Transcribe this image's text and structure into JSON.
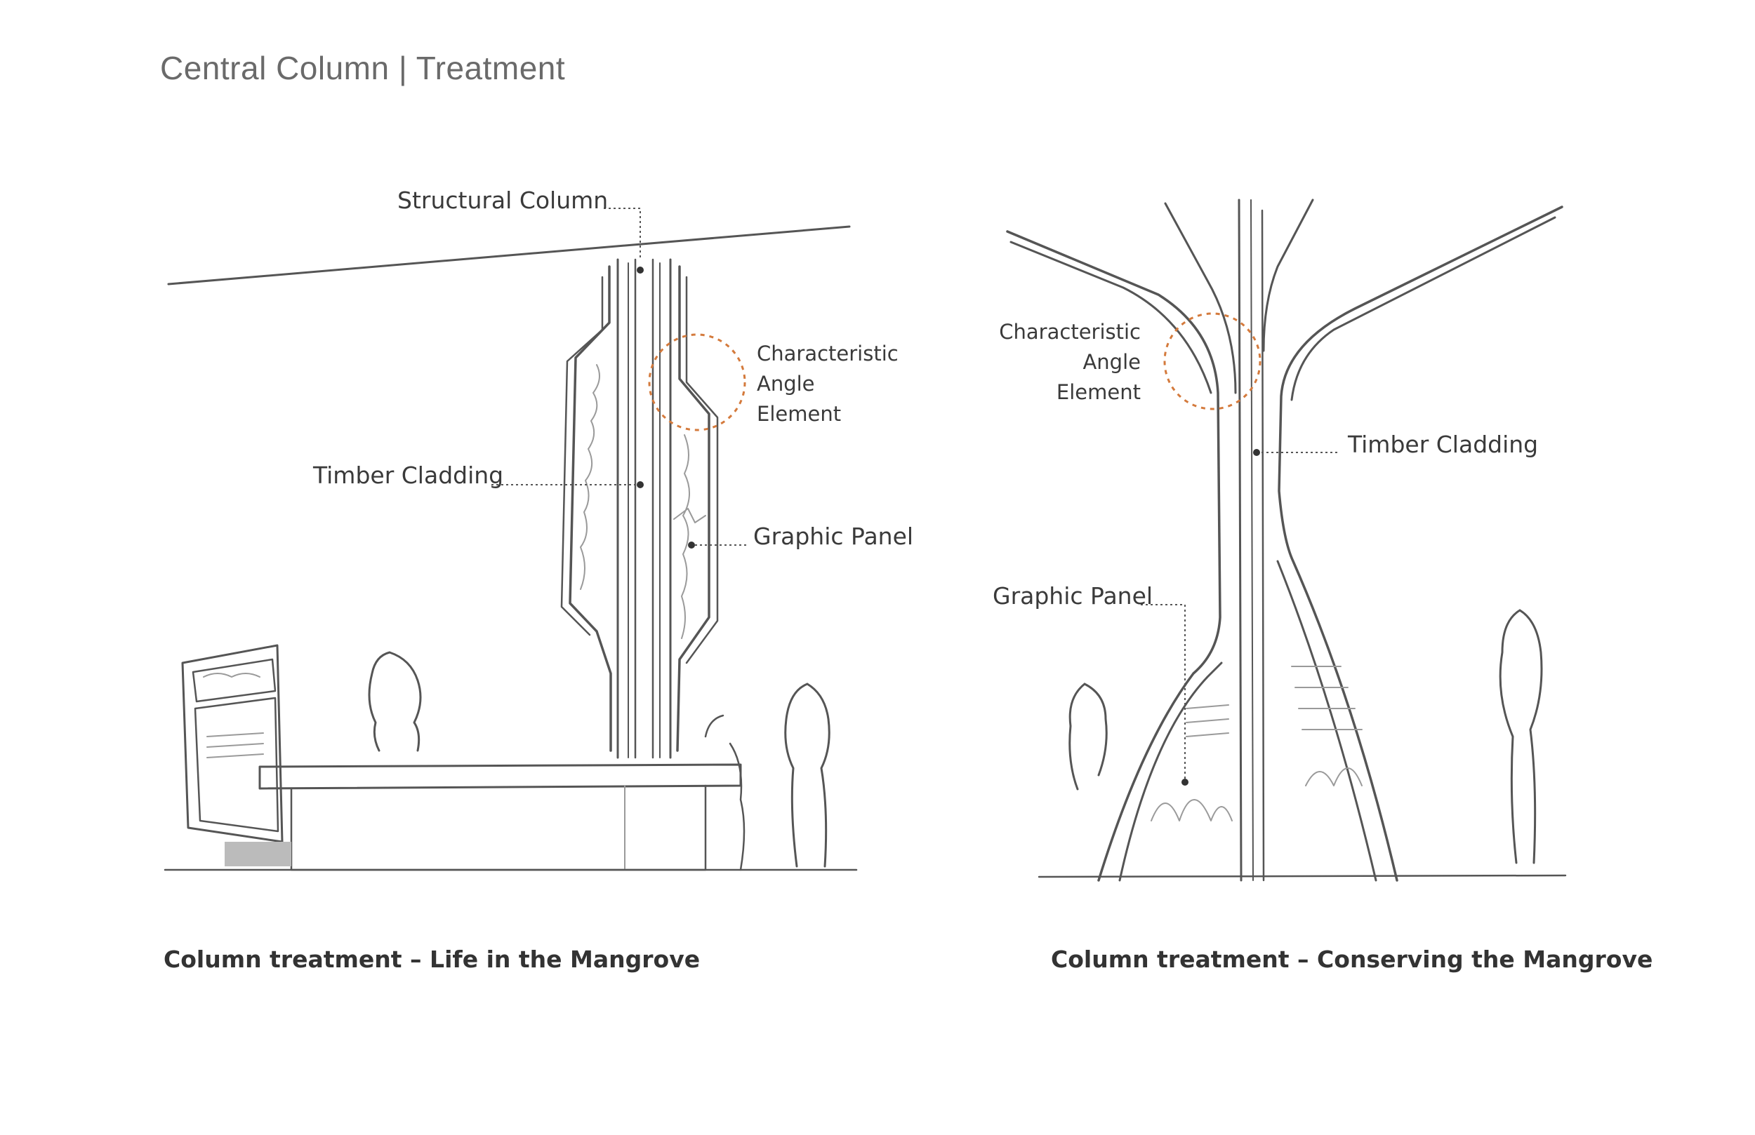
{
  "page": {
    "title": "Central Column | Treatment"
  },
  "left_sketch": {
    "labels": {
      "structural_column": "Structural Column",
      "angle_line1": "Characteristic",
      "angle_line2": "Angle",
      "angle_line3": "Element",
      "timber_cladding": "Timber Cladding",
      "graphic_panel": "Graphic Panel"
    },
    "caption": "Column treatment – Life in the Mangrove"
  },
  "right_sketch": {
    "labels": {
      "angle_line1": "Characteristic",
      "angle_line2": "Angle",
      "angle_line3": "Element",
      "timber_cladding": "Timber Cladding",
      "graphic_panel": "Graphic Panel"
    },
    "caption": "Column treatment – Conserving the Mangrove"
  },
  "colors": {
    "highlight_circle": "#d47a3c",
    "pencil": "#555555",
    "title": "#6a6a6a"
  }
}
